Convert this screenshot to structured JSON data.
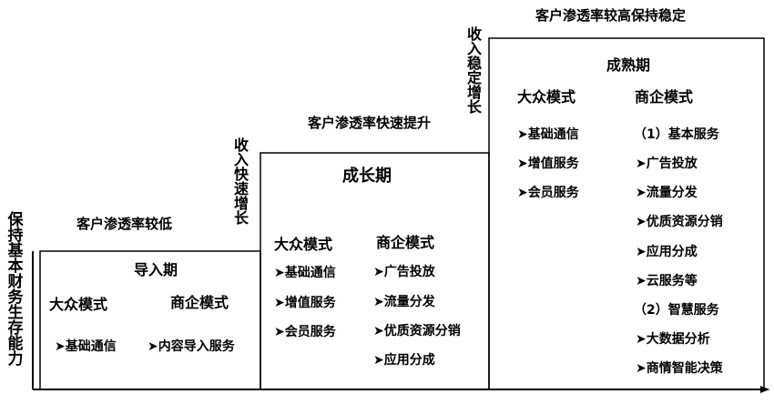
{
  "axis": {
    "y_label": "保持基本财务生存能力"
  },
  "stages": [
    {
      "name": "导入期",
      "annotation": "客户渗透率较低",
      "mass_title": "大众模式",
      "enterprise_title": "商企模式",
      "mass_items": [
        "➤基础通信"
      ],
      "enterprise_items": [
        "➤内容导入服务"
      ]
    },
    {
      "name": "成长期",
      "annotation": "客户渗透率快速提升",
      "mass_title": "大众模式",
      "enterprise_title": "商企模式",
      "mass_items": [
        "➤基础通信",
        "➤增值服务",
        "➤会员服务"
      ],
      "enterprise_items": [
        "➤广告投放",
        "➤流量分发",
        "➤优质资源分销",
        "➤应用分成"
      ]
    },
    {
      "name": "成熟期",
      "annotation": "客户渗透率较高保持稳定",
      "mass_title": "大众模式",
      "enterprise_title": "商企模式",
      "mass_items": [
        "➤基础通信",
        "➤增值服务",
        "➤会员服务"
      ],
      "enterprise_items": [
        "（1）基本服务",
        "➤广告投放",
        "➤流量分发",
        "➤优质资源分销",
        "➤应用分成",
        "➤云服务等",
        "（2）智慧服务",
        "➤大数据分析",
        "➤商情智能决策"
      ]
    }
  ],
  "revenue_notes": [
    "收入快速增长",
    "收入稳定增长"
  ]
}
